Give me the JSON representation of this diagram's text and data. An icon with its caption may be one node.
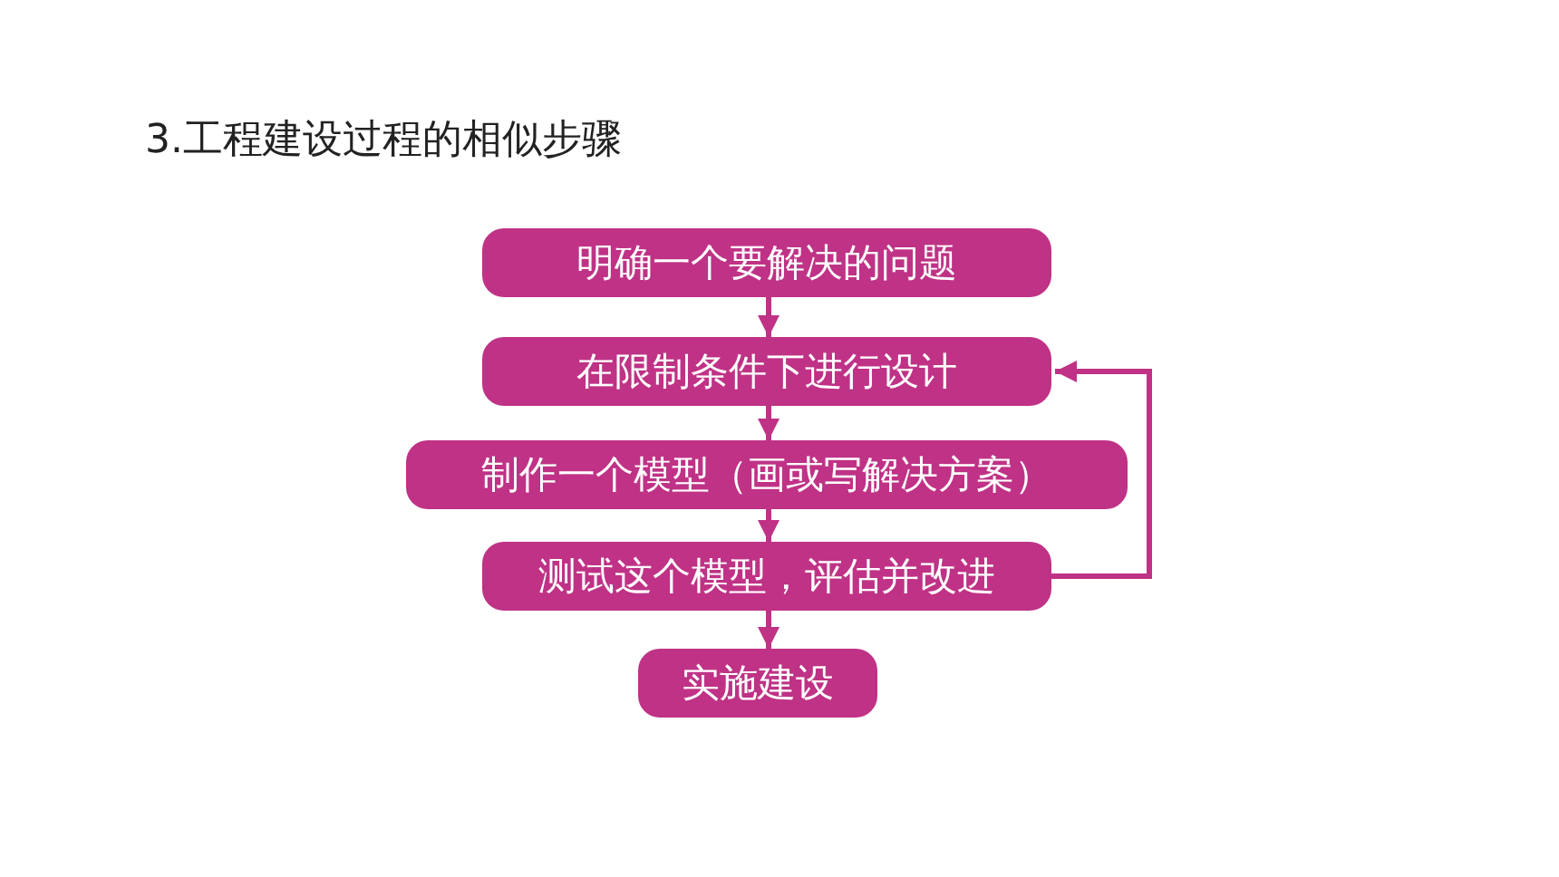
{
  "diagram": {
    "title": "3.工程建设过程的相似步骤",
    "nodes": [
      {
        "text": [
          "明确一个要解决的问题"
        ]
      },
      {
        "text": [
          "在限制条件下进行设计"
        ]
      },
      {
        "text": [
          "制作一个模型（画或写解决方案）"
        ]
      },
      {
        "text": [
          "测试这个模型，评估并改进"
        ]
      },
      {
        "text": [
          "实施建设"
        ]
      }
    ],
    "edges": [
      {
        "from": 0,
        "to": 1,
        "arrow": "to"
      },
      {
        "from": 1,
        "to": 2,
        "arrow": "to"
      },
      {
        "from": 2,
        "to": 3,
        "arrow": "to"
      },
      {
        "from": 3,
        "to": 4,
        "arrow": "to"
      },
      {
        "from": 3,
        "to": 1,
        "arrow": "to"
      }
    ]
  }
}
